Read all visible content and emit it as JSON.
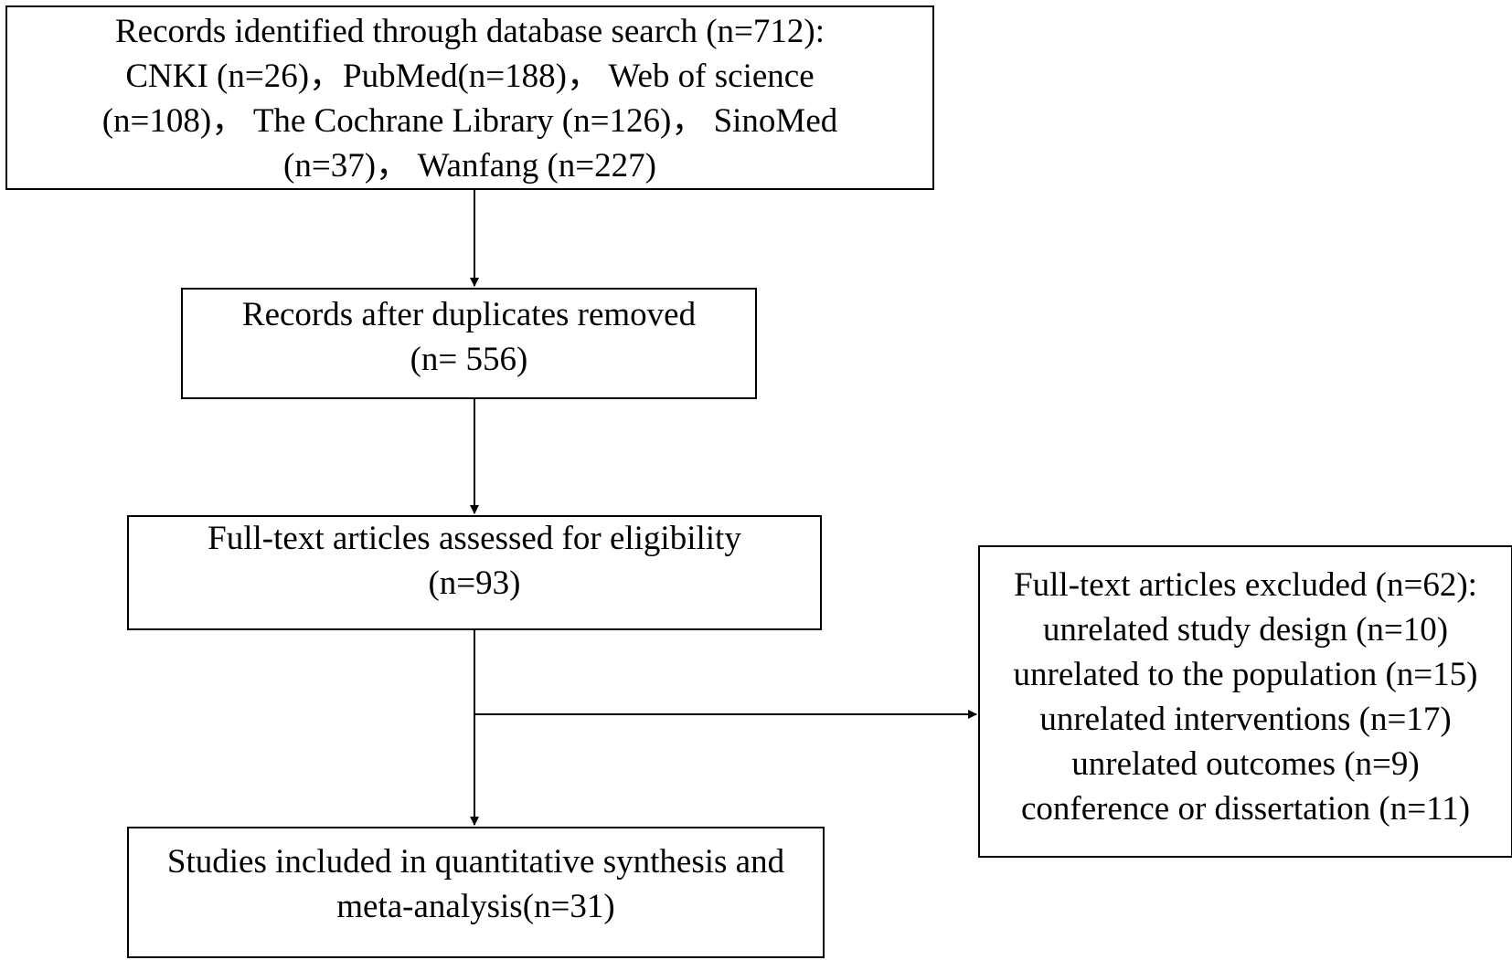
{
  "boxes": {
    "search": {
      "lines": [
        "Records identified through database search (n=712):",
        "CNKI (n=26)，PubMed(n=188)， Web of science",
        "(n=108)， The Cochrane Library (n=126)， SinoMed",
        "(n=37)， Wanfang (n=227)"
      ]
    },
    "dedup": {
      "lines": [
        "Records after duplicates removed",
        "(n= 556)"
      ]
    },
    "fulltext": {
      "lines": [
        "Full-text articles assessed for eligibility",
        "(n=93)"
      ]
    },
    "excluded": {
      "lines": [
        "Full-text articles excluded (n=62):",
        "unrelated study design (n=10)",
        "unrelated to the population (n=15)",
        "unrelated interventions (n=17)",
        "unrelated outcomes (n=9)",
        "conference or dissertation (n=11)"
      ]
    },
    "included": {
      "lines": [
        "Studies included in quantitative synthesis and",
        "meta-analysis(n=31)"
      ]
    }
  },
  "colors": {
    "stroke": "#000000",
    "background": "#ffffff"
  }
}
